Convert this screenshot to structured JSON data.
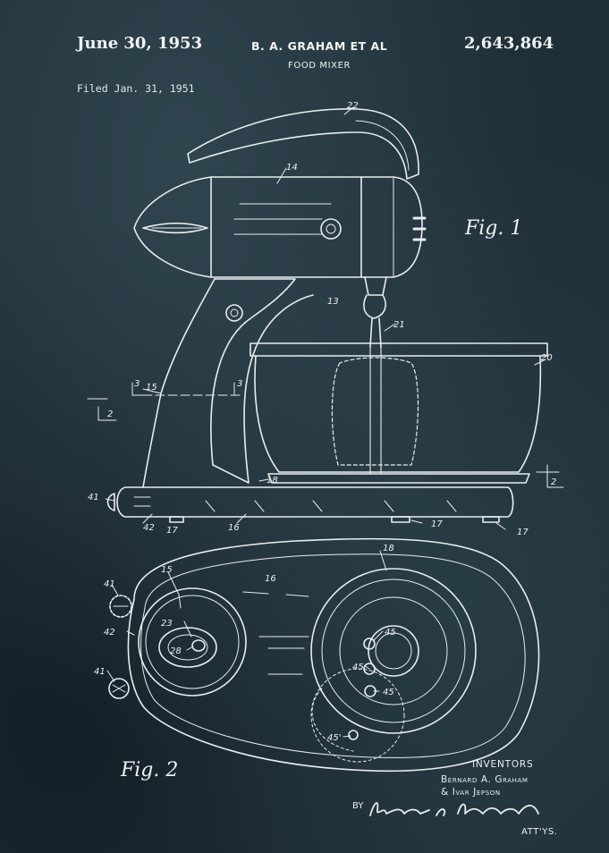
{
  "header": {
    "date": "June 30, 1953",
    "inventors_heading": "B. A. GRAHAM  ET AL",
    "patent_number": "2,643,864",
    "title": "FOOD MIXER",
    "filed": "Filed Jan. 31, 1951"
  },
  "figures": {
    "fig1_label": "Fig. 1",
    "fig2_label": "Fig. 2"
  },
  "reference_numerals": {
    "n22": "22",
    "n14": "14",
    "n13": "13",
    "n21": "21",
    "n20": "20",
    "n15": "15",
    "n3a": "3",
    "n3b": "3",
    "n2a": "2",
    "n2b": "2",
    "n18": "18",
    "n41": "41",
    "n42": "42",
    "n17a": "17",
    "n16": "16",
    "n17b": "17",
    "n17c": "17",
    "f2_15": "15",
    "f2_16": "16",
    "f2_18": "18",
    "f2_41a": "41",
    "f2_42": "42",
    "f2_23": "23",
    "f2_28": "28",
    "f2_41b": "41",
    "f2_45a": "45",
    "f2_45b": "45",
    "f2_45c": "45",
    "f2_45d": "45'"
  },
  "footer": {
    "inventors_label": "INVENTORS",
    "inventor_1": "Bernard A. Graham",
    "inventor_2": "& Ivar Jepson",
    "by": "BY",
    "attorneys": "ATT'YS."
  },
  "colors": {
    "background": "#1f2f38",
    "ink": "#e9eef0"
  }
}
